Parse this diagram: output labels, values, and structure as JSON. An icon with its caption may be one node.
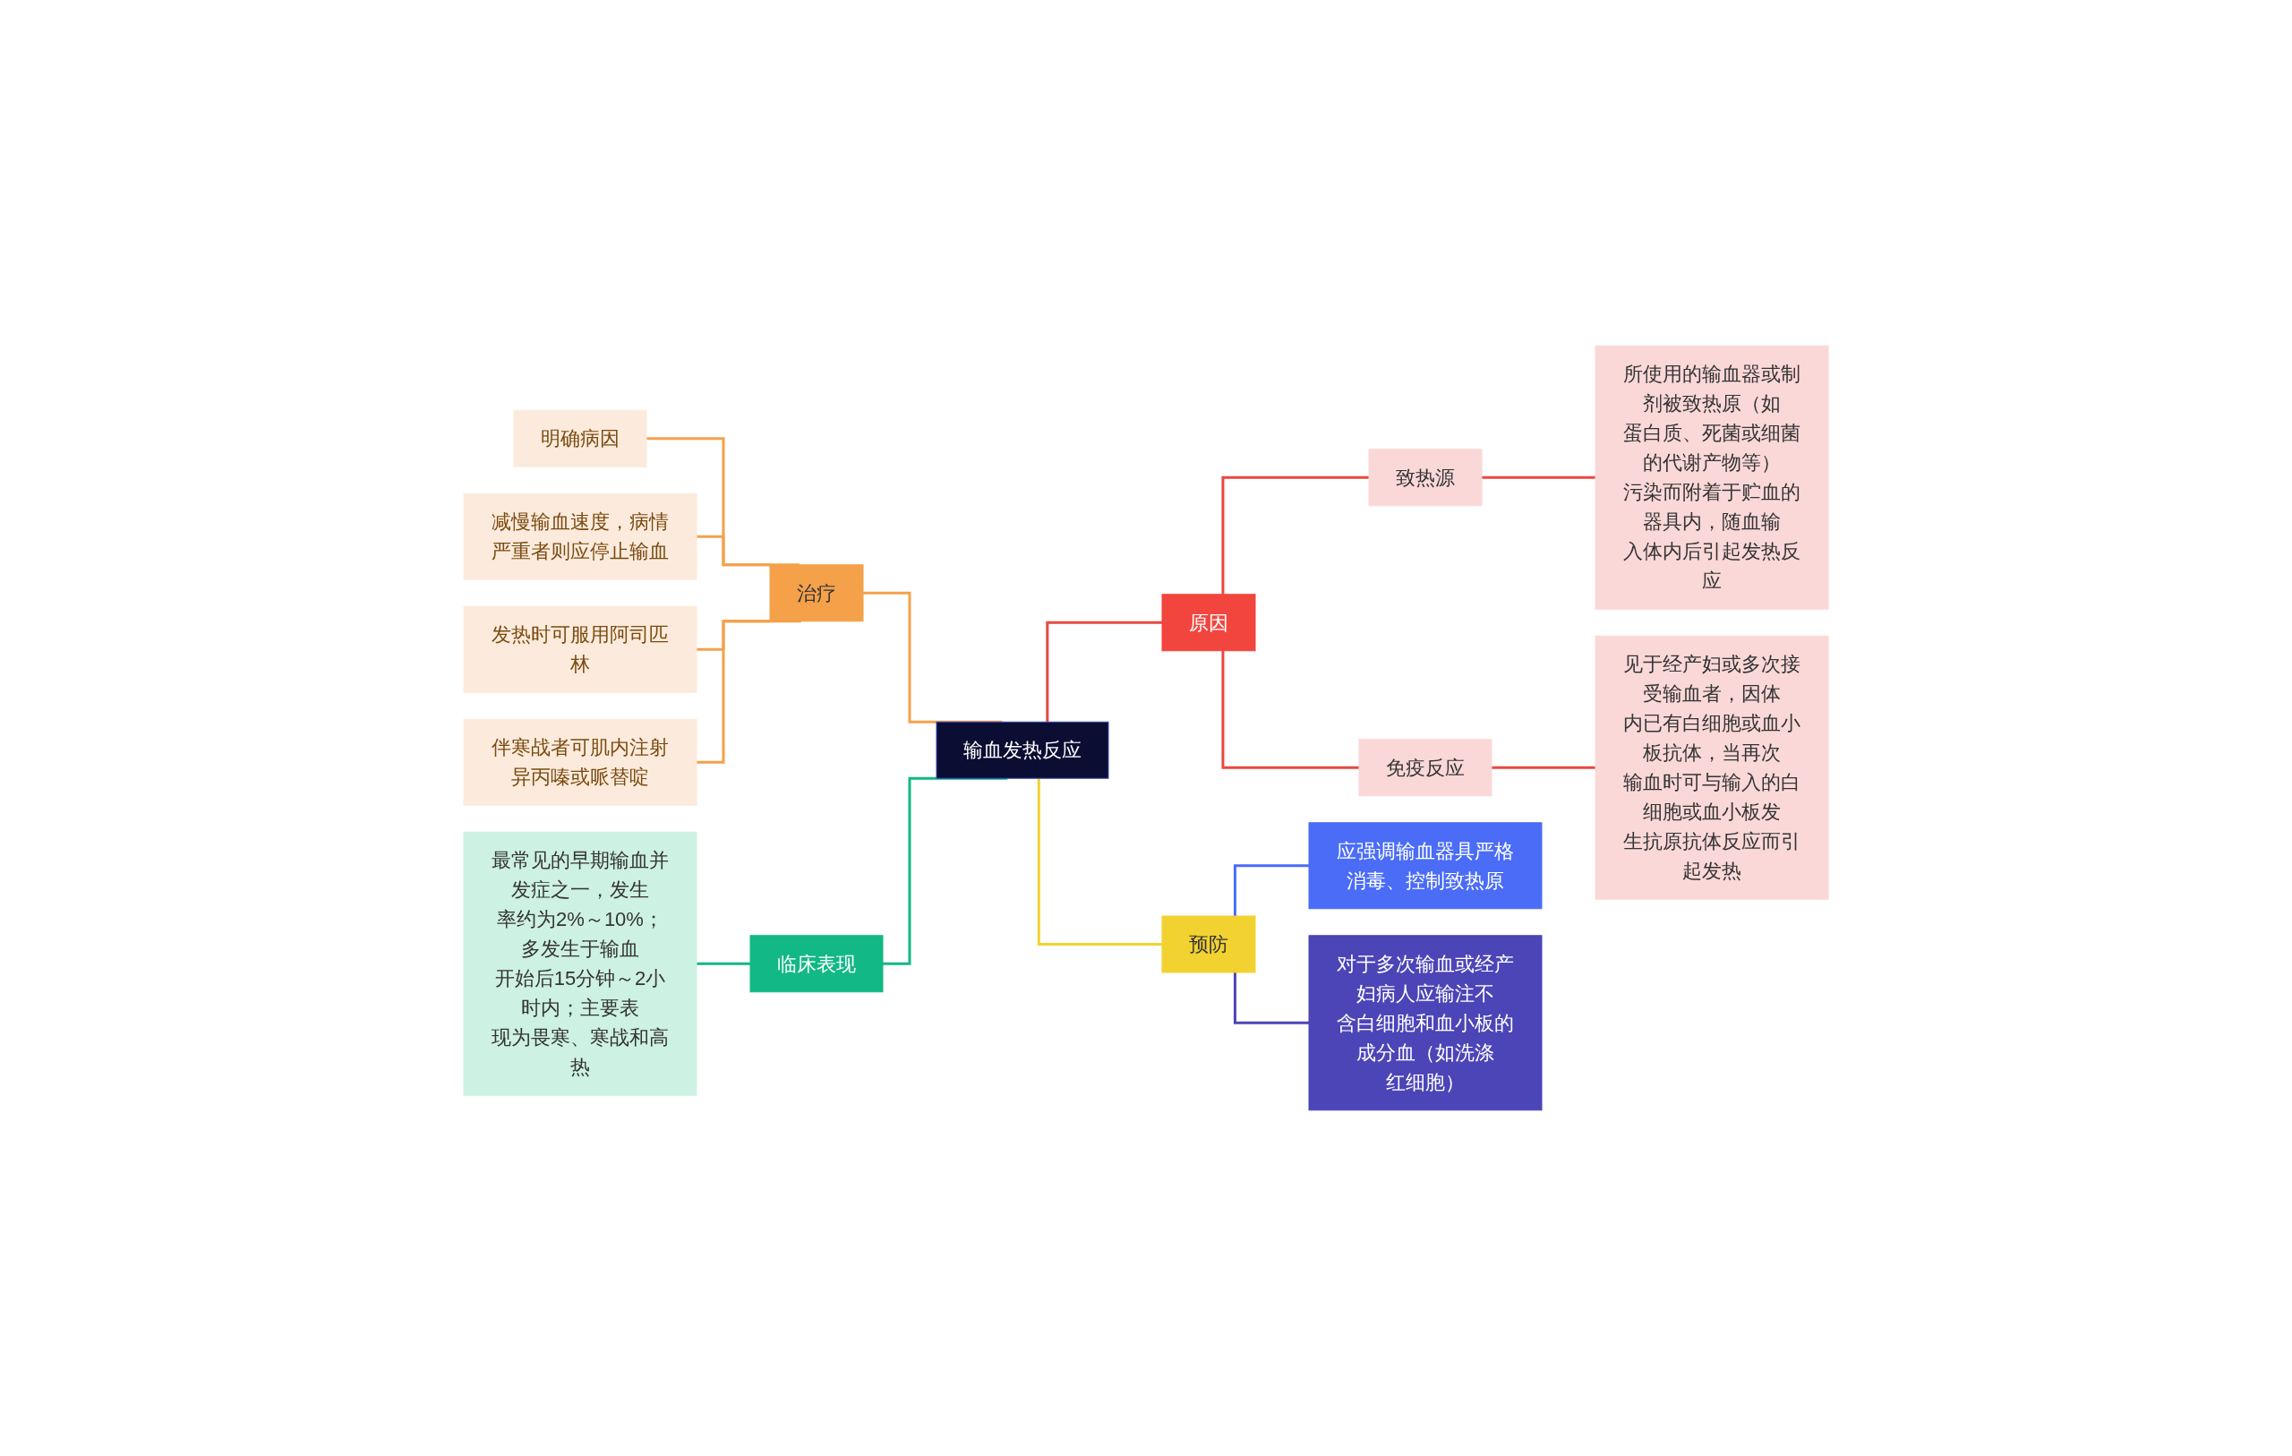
{
  "diagram": {
    "nodes": [
      {
        "text": [
          "输血发热反应"
        ]
      },
      {
        "text": [
          "原因"
        ]
      },
      {
        "text": [
          "致热源"
        ]
      },
      {
        "text": [
          "所使用的输血器或制剂被致热原（如蛋白质、死菌或细菌的代谢产物等）污染而附着于贮血的器具内，随血输入体内后引起发热反应"
        ]
      },
      {
        "text": [
          "免疫反应"
        ]
      },
      {
        "text": [
          "见于经产妇或多次接受输血者，因体内已有白细胞或血小板抗体，当再次输血时可与输入的白细胞或血小板发生抗原抗体反应而引起发热"
        ]
      },
      {
        "text": [
          "预防"
        ]
      },
      {
        "text": [
          "应强调输血器具严格消毒、控制致热原"
        ]
      },
      {
        "text": [
          "对于多次输血或经产妇病人应输注不含白细胞和血小板的成分血（如洗涤红细胞）"
        ]
      },
      {
        "text": [
          "治疗"
        ]
      },
      {
        "text": [
          "明确病因"
        ]
      },
      {
        "text": [
          "减慢输血速度，病情严重者则应停止输血"
        ]
      },
      {
        "text": [
          "发热时可服用阿司匹林"
        ]
      },
      {
        "text": [
          "伴寒战者可肌内注射异丙嗪或哌替啶"
        ]
      },
      {
        "text": [
          "临床表现"
        ]
      },
      {
        "text": [
          "最常见的早期输血并发症之一，发生率约为2%～10%；多发生于输血开始后15分钟～2小时内；主要表现为畏寒、寒战和高热"
        ]
      }
    ],
    "edges": [
      {
        "from": 0,
        "to": 1,
        "arrow": "none",
        "color": "#e8483f"
      },
      {
        "from": 1,
        "to": 2,
        "arrow": "none",
        "color": "#e8483f"
      },
      {
        "from": 2,
        "to": 3,
        "arrow": "none",
        "color": "#e8483f"
      },
      {
        "from": 1,
        "to": 4,
        "arrow": "none",
        "color": "#e8483f"
      },
      {
        "from": 4,
        "to": 5,
        "arrow": "none",
        "color": "#e8483f"
      },
      {
        "from": 0,
        "to": 6,
        "arrow": "none",
        "color": "#f0d330"
      },
      {
        "from": 6,
        "to": 7,
        "arrow": "none",
        "color": "#4a6cf7"
      },
      {
        "from": 6,
        "to": 8,
        "arrow": "none",
        "color": "#4b45b8"
      },
      {
        "from": 9,
        "to": 0,
        "arrow": "none",
        "color": "#f4a14a"
      },
      {
        "from": 10,
        "to": 9,
        "arrow": "none",
        "color": "#f4a14a"
      },
      {
        "from": 11,
        "to": 9,
        "arrow": "none",
        "color": "#f4a14a"
      },
      {
        "from": 12,
        "to": 9,
        "arrow": "none",
        "color": "#f4a14a"
      },
      {
        "from": 13,
        "to": 9,
        "arrow": "none",
        "color": "#f4a14a"
      },
      {
        "from": 14,
        "to": 0,
        "arrow": "none",
        "color": "#12b886"
      },
      {
        "from": 15,
        "to": 14,
        "arrow": "none",
        "color": "#12b886"
      }
    ]
  }
}
